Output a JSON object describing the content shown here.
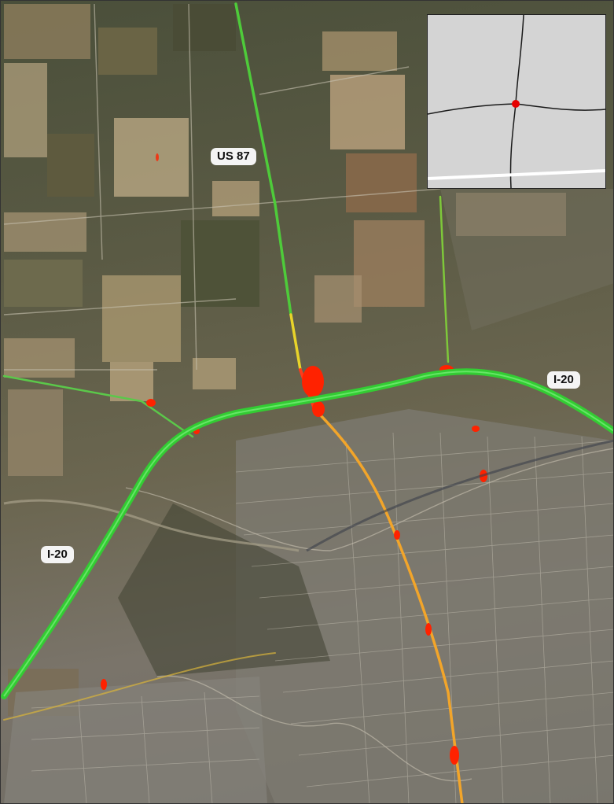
{
  "map": {
    "labels": {
      "us87": "US 87",
      "i20_east": "I-20",
      "i20_west": "I-20"
    }
  },
  "colors": {
    "interstate": "#33cc33",
    "low_speed": "#ff2200",
    "mid_speed": "#ffcc00",
    "high_speed": "#4ecb3a",
    "inset_background": "#d4d4d4",
    "inset_marker": "#e60000"
  }
}
